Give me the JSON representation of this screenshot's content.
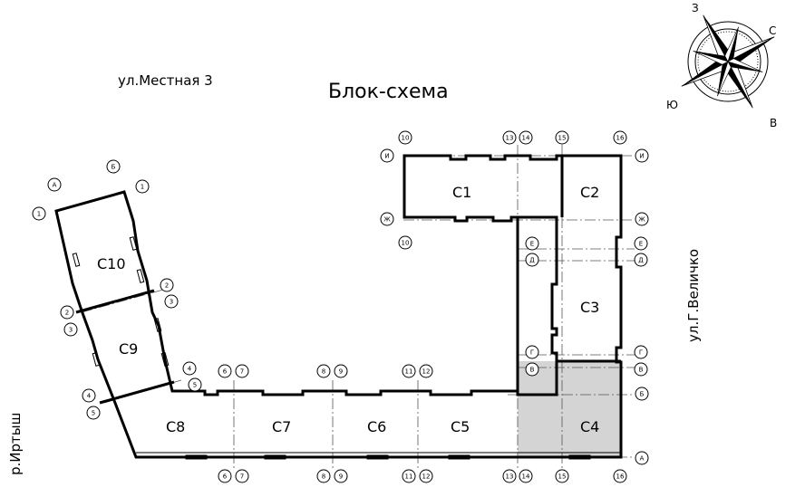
{
  "title": "Блок-схема",
  "streets": {
    "top_left": "ул.Местная 3",
    "right": "ул.Г.Величко",
    "left": "р.Иртыш"
  },
  "compass": {
    "n": "З",
    "e": "С",
    "s": "В",
    "w": "Ю"
  },
  "sections": [
    "С1",
    "С2",
    "С3",
    "С4",
    "С5",
    "С6",
    "С7",
    "С8",
    "С9",
    "С10"
  ],
  "highlight_section": "С4",
  "highlight_color": "#d4d4d4",
  "axes": {
    "t10": "10",
    "t13": "13",
    "t14": "14",
    "t15": "15",
    "t16": "16",
    "b10": "10",
    "rI": "И",
    "lI": "И",
    "rZh": "Ж",
    "lZh": "Ж",
    "rE": "Е",
    "rD": "Д",
    "lE": "Е",
    "lD": "Д",
    "rG": "Г",
    "rV": "В",
    "lG": "Г",
    "lV": "В",
    "rB": "Б",
    "rA": "А",
    "b6": "6",
    "b7": "7",
    "b8": "8",
    "b9": "9",
    "b11": "11",
    "b12": "12",
    "b13": "13",
    "b14": "14",
    "b15": "15",
    "b16": "16",
    "m6": "6",
    "m7": "7",
    "m8": "8",
    "m9": "9",
    "m11": "11",
    "m12": "12",
    "wA": "А",
    "wB": "Б",
    "w1a": "1",
    "w1b": "1",
    "w2a": "2",
    "w3a": "3",
    "w2b": "2",
    "w3b": "3",
    "w4a": "4",
    "w5a": "5",
    "w4b": "4",
    "w5b": "5"
  }
}
